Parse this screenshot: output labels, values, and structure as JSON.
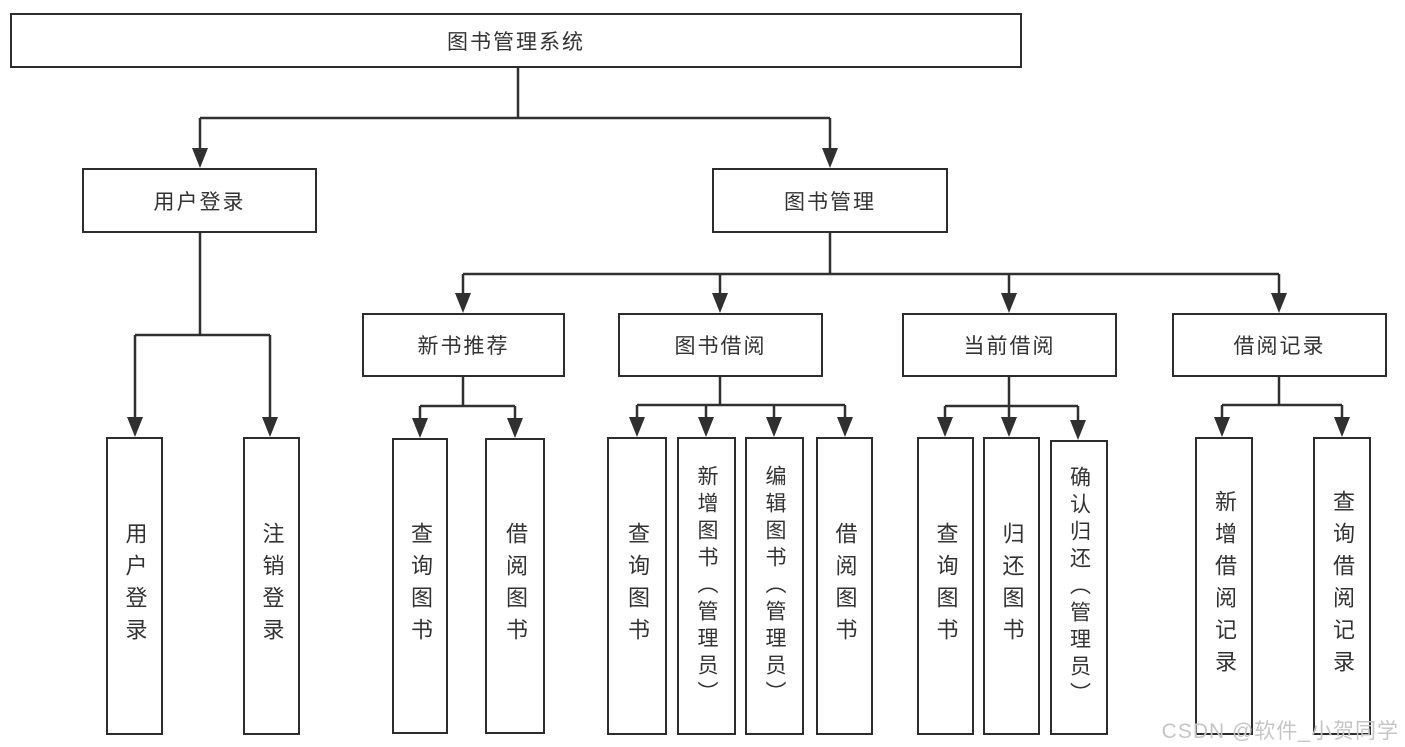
{
  "colors": {
    "line": "#303030",
    "box_border": "#2d2d2d",
    "text": "#333333",
    "watermark_text": "#c5c5c5",
    "background": "#ffffff"
  },
  "watermark": {
    "text": "CSDN @软件_小贺同学"
  },
  "diagram": {
    "type": "hierarchy-tree",
    "root": {
      "label": "图书管理系统"
    },
    "level2": [
      {
        "label": "用户登录"
      },
      {
        "label": "图书管理"
      }
    ],
    "level3": [
      {
        "label": "新书推荐"
      },
      {
        "label": "图书借阅"
      },
      {
        "label": "当前借阅"
      },
      {
        "label": "借阅记录"
      }
    ],
    "leaves": {
      "user_login": [
        {
          "label": "用户登录"
        },
        {
          "label": "注销登录"
        }
      ],
      "new_book": [
        {
          "label": "查询图书"
        },
        {
          "label": "借阅图书"
        }
      ],
      "book_borrow": [
        {
          "label": "查询图书"
        },
        {
          "label": "新增图书（管理员）"
        },
        {
          "label": "编辑图书（管理员）"
        },
        {
          "label": "借阅图书"
        }
      ],
      "current_borrow": [
        {
          "label": "查询图书"
        },
        {
          "label": "归还图书"
        },
        {
          "label": "确认归还（管理员）"
        }
      ],
      "borrow_records": [
        {
          "label": "新增借阅记录"
        },
        {
          "label": "查询借阅记录"
        }
      ]
    }
  }
}
